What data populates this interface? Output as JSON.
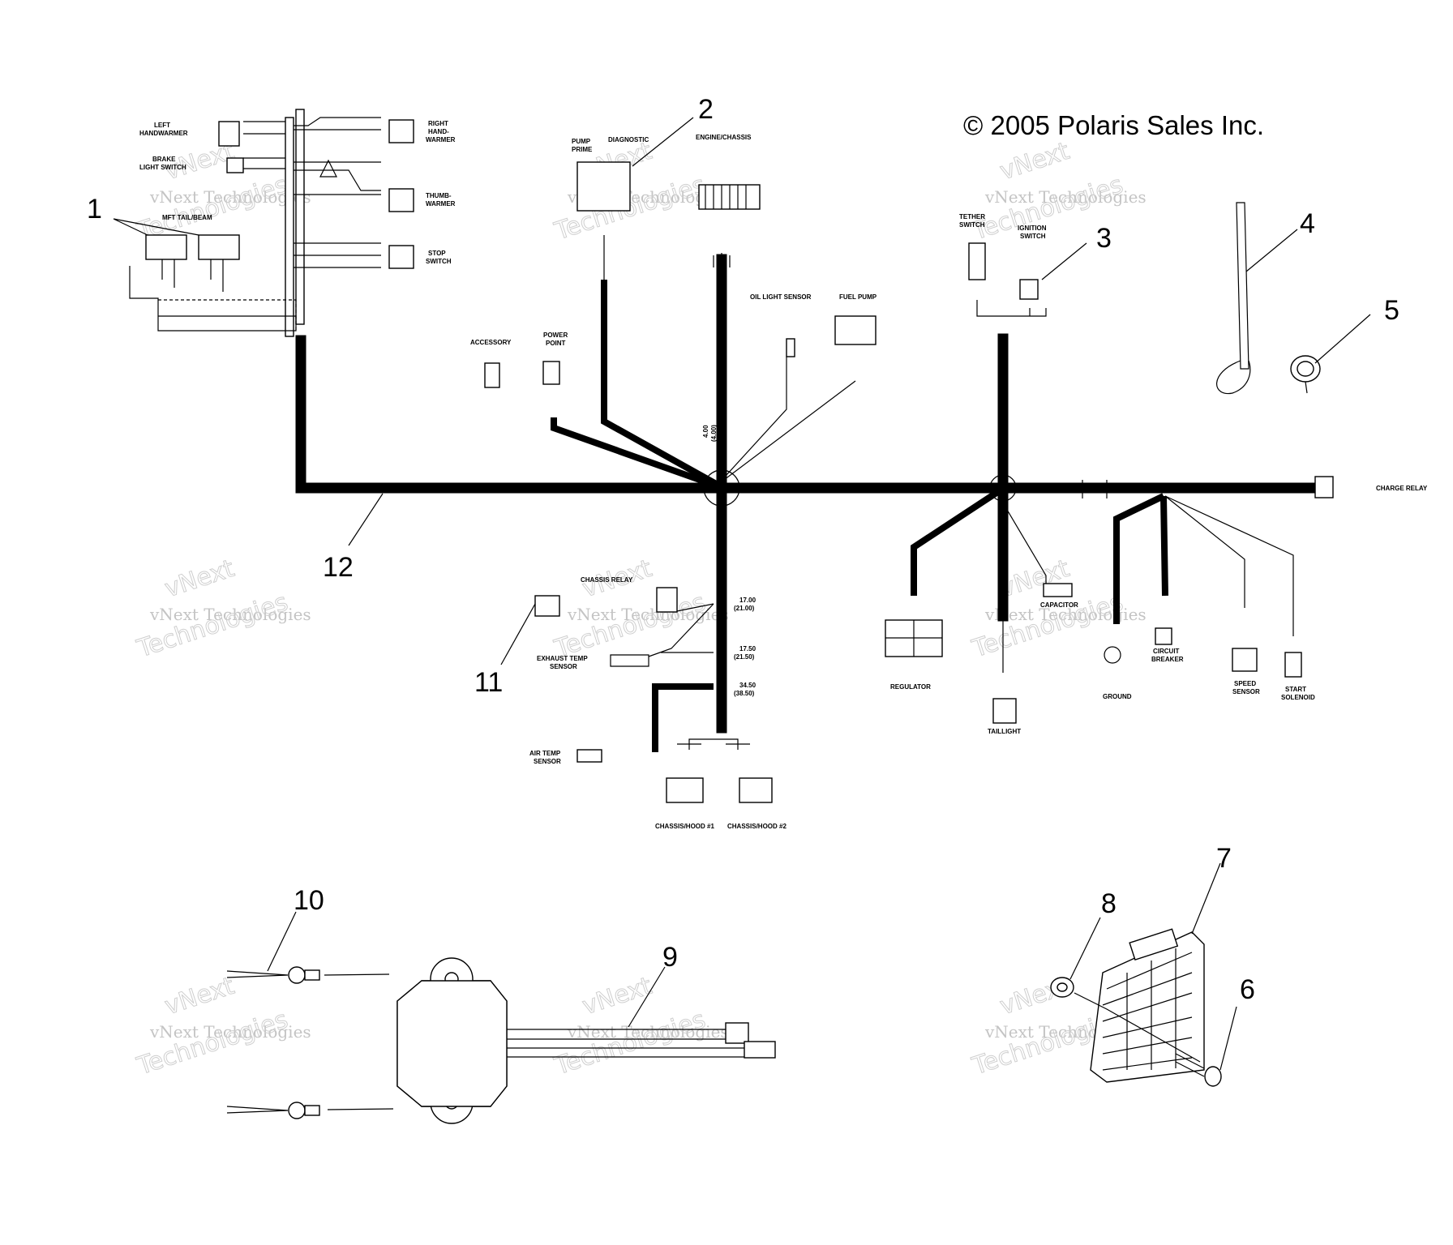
{
  "copyright": "© 2005 Polaris Sales Inc.",
  "watermark": {
    "line1": "vNext Technologies",
    "line2": "Technologies",
    "line3": "vNext"
  },
  "callouts": [
    "1",
    "2",
    "3",
    "4",
    "5",
    "6",
    "7",
    "8",
    "9",
    "10",
    "11",
    "12"
  ],
  "labels": {
    "left_handwarmer": [
      "LEFT",
      "HANDWARMER"
    ],
    "brake_light_switch": [
      "BRAKE",
      "LIGHT SWITCH"
    ],
    "right_handwarmer": [
      "RIGHT",
      "HAND-",
      "WARMER"
    ],
    "thumb_warmer": [
      "THUMB-",
      "WARMER"
    ],
    "stop_switch": [
      "STOP",
      "SWITCH"
    ],
    "mfd_tail_beam": "MFT TAIL/BEAM",
    "pump_prime": [
      "PUMP",
      "PRIME"
    ],
    "diagnostic": "DIAGNOSTIC",
    "engine_chassis": "ENGINE/CHASSIS",
    "tether_switch": [
      "TETHER",
      "SWITCH"
    ],
    "ignition_switch": [
      "IGNITION",
      "SWITCH"
    ],
    "oil_light_sensor": "OIL LIGHT SENSOR",
    "fuel_pump": "FUEL PUMP",
    "accessory": "ACCESSORY",
    "power_point": [
      "POWER",
      "POINT"
    ],
    "charge_relay_right": "CHARGE RELAY",
    "chassis_relay": "CHASSIS RELAY",
    "exhaust_temp_sensor": [
      "EXHAUST TEMP",
      "SENSOR"
    ],
    "air_temp_sensor": [
      "AIR TEMP",
      "SENSOR"
    ],
    "chassis_hood_1": "CHASSIS/HOOD #1",
    "chassis_hood_2": "CHASSIS/HOOD #2",
    "regulator": "REGULATOR",
    "capacitor": "CAPACITOR",
    "taillight": "TAILLIGHT",
    "ground": "GROUND",
    "circuit_breaker": [
      "CIRCUIT",
      "BREAKER"
    ],
    "speed_sensor": [
      "SPEED",
      "SENSOR"
    ],
    "start_solenoid": [
      "START",
      "SOLENOID"
    ]
  },
  "dimensions": {
    "d1": [
      "4.00",
      "(4.00)"
    ],
    "d2": [
      "17.00",
      "(21.00)"
    ],
    "d3": [
      "17.50",
      "(21.50)"
    ],
    "d4": [
      "34.50",
      "(38.50)"
    ]
  }
}
